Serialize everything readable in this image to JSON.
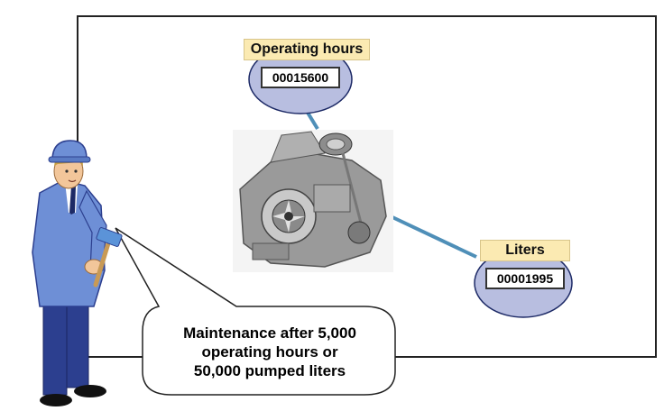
{
  "counters": {
    "operating_hours": {
      "label": "Operating hours",
      "value": "00015600"
    },
    "liters": {
      "label": "Liters",
      "value": "00001995"
    }
  },
  "callout": {
    "lines": [
      "Maintenance after 5,000",
      "operating hours or",
      "50,000 pumped liters"
    ]
  },
  "colors": {
    "label_fill": "#fbeab2",
    "ellipse_fill": "#b8bee0",
    "connector": "#4f8fb8",
    "frame": "#222222"
  },
  "icons": [
    "worker-icon",
    "hammer-icon",
    "pump-icon"
  ]
}
